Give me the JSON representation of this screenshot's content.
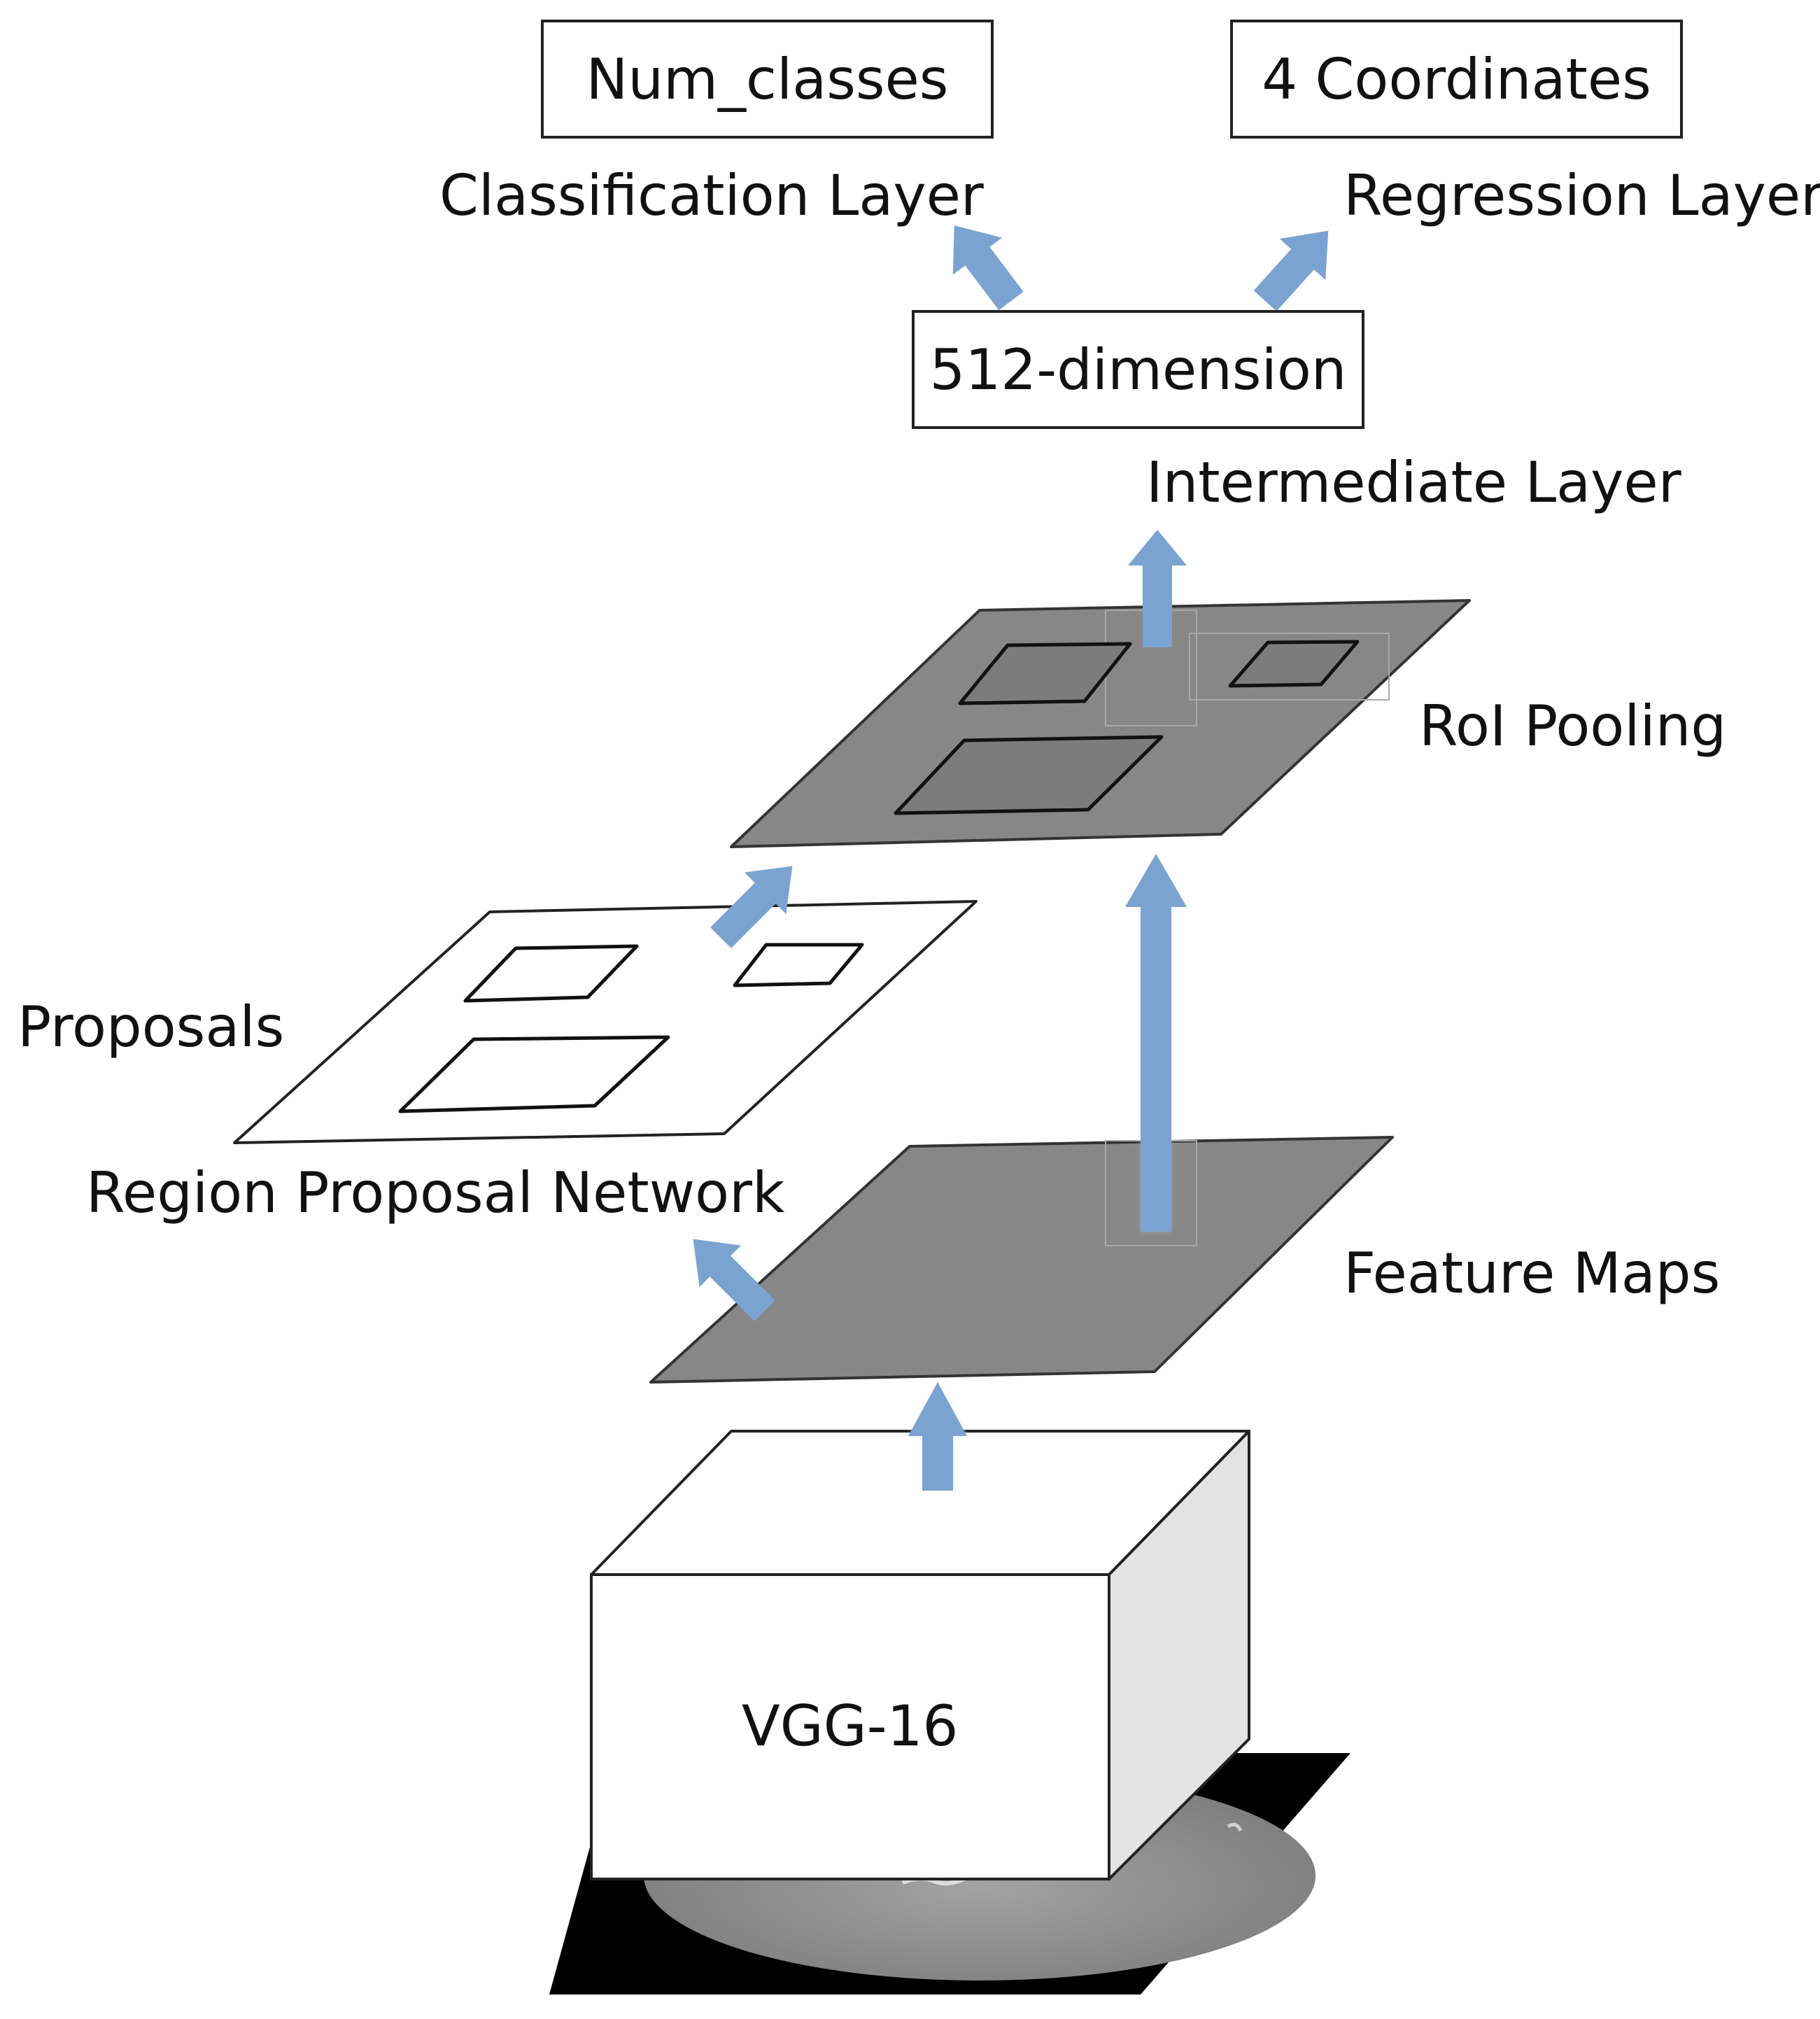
{
  "boxes": {
    "num_classes": "Num_classes",
    "coordinates": "4 Coordinates",
    "dimension": "512-dimension"
  },
  "labels": {
    "classification_layer": "Classification Layer",
    "regression_layer": "Regression Layer",
    "intermediate_layer": "Intermediate Layer",
    "roi_pooling": "RoI Pooling",
    "proposals": "Proposals",
    "region_proposal_network": "Region Proposal Network",
    "feature_maps": "Feature Maps",
    "backbone": "VGG-16"
  },
  "colors": {
    "arrow": "#7ba3d1",
    "feature_plane": "#878787",
    "proposal_plane": "#ffffff",
    "cube_side": "#e3e3e3",
    "outline": "#222222",
    "scan_background": "#000000",
    "scan_disc": "#8e8e8e"
  }
}
